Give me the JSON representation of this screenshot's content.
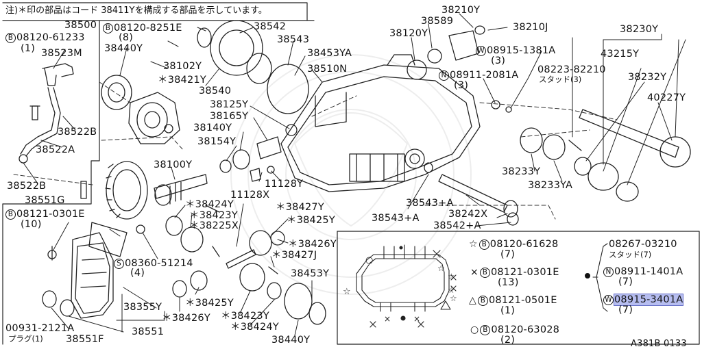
{
  "header_note": "注)＊印の部品はコード 38411Yを構成する部品を示しています。",
  "diagram_id": "A381B 0133",
  "parts": {
    "p38500": "38500",
    "p08120_61233": "08120-61233",
    "p08120_61233_qty": "(1)",
    "p38523M": "38523M",
    "p38522B_top": "38522B",
    "p38522A": "38522A",
    "p38522B_bot": "38522B",
    "p38551G": "38551G",
    "p08120_8251E": "08120-8251E",
    "p08120_8251E_qty": "(8)",
    "p38542_top": "38542",
    "p38440Y_top": "38440Y",
    "p38102Y": "38102Y",
    "p38421Y": "＊38421Y",
    "p38540": "38540",
    "p38543": "38543",
    "p38453YA": "38453YA",
    "p38510N": "38510N",
    "p38125Y": "38125Y",
    "p38165Y": "38165Y",
    "p38140Y": "38140Y",
    "p38154Y": "38154Y",
    "p38100Y": "38100Y",
    "p11128X": "11128X",
    "p11128Y": "11128Y",
    "p38210Y": "38210Y",
    "p38589": "38589",
    "p38120Y": "38120Y",
    "p38210J": "38210J",
    "p08915_1381A": "08915-1381A",
    "p08915_1381A_qty": "(3)",
    "p08911_2081A": "08911-2081A",
    "p08911_2081A_qty": "(3)",
    "p38230Y": "38230Y",
    "p43215Y": "43215Y",
    "p08223_82210": "08223-82210",
    "p08223_82210_sub": "スタッド(3)",
    "p38232Y": "38232Y",
    "p40227Y": "40227Y",
    "p38233Y": "38233Y",
    "p38233YA": "38233YA",
    "p38543A_1": "38543+A",
    "p38242X": "38242X",
    "p38543A_2": "38543+A",
    "p38542A": "38542+A",
    "p08121_0301E_left": "08121-0301E",
    "p08121_0301E_left_qty": "(10)",
    "p38424Y_top": "＊38424Y",
    "p38423Y_top": "＊38423Y",
    "p38225X": "＊38225X",
    "p38427Y": "＊38427Y",
    "p38425Y_top": "＊38425Y",
    "p38426Y_top": "＊38426Y",
    "p38427J": "＊38427J",
    "p08360_51214": "08360-51214",
    "p08360_51214_qty": "(4)",
    "p38425Y_bot": "＊38425Y",
    "p38426Y_bot": "＊38426Y",
    "p38423Y_bot": "＊38423Y",
    "p38424Y_bot": "＊38424Y",
    "p38453Y": "38453Y",
    "p38440Y_bot": "38440Y",
    "p38355Y": "38355Y",
    "p38551": "38551",
    "p00931_2121A": "00931-2121A",
    "p00931_2121A_sub": "プラグ(1)",
    "p38551F": "38551F"
  },
  "legend": {
    "star_part": "08120-61628",
    "star_qty": "(7)",
    "cross_part": "08121-0301E",
    "cross_qty": "(13)",
    "triangle_part": "08121-0501E",
    "triangle_qty": "(1)",
    "circle_part": "08120-63028",
    "circle_qty": "(2)",
    "stud_part": "08267-03210",
    "stud_sub": "スタッド(7)",
    "nut_part": "08911-1401A",
    "nut_qty": "(7)",
    "washer_part": "08915-3401A",
    "washer_qty": "(7)",
    "highlight_color": "#b6bdf0"
  }
}
